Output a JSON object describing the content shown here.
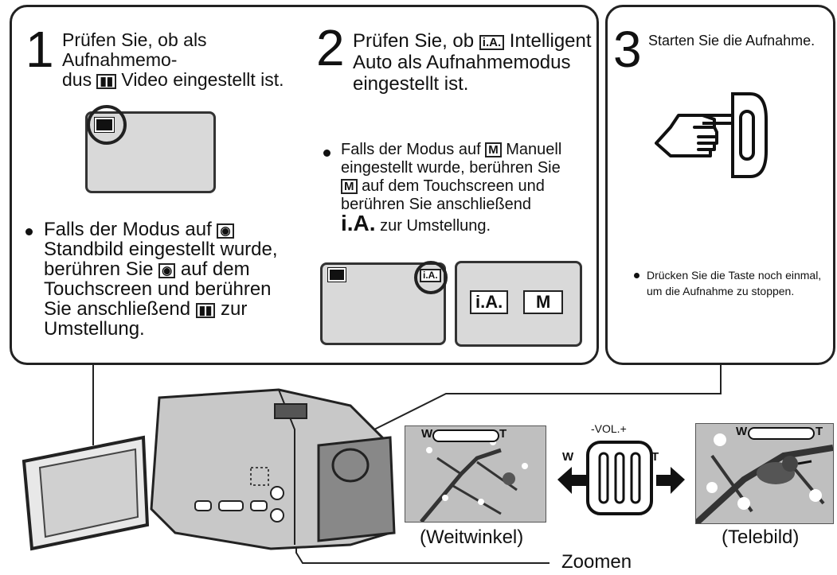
{
  "step1": {
    "number": "1",
    "text_line1": "Prüfen Sie, ob als Aufnahmemo-",
    "text_line2_pre": "dus",
    "text_line2_post": "Video eingestellt ist.",
    "note_l1_pre": "Falls der Modus auf",
    "note_l2": "Standbild eingestellt wurde,",
    "note_l3_pre": "berühren Sie",
    "note_l3_post": "auf dem",
    "note_l4": "Touchscreen und berühren",
    "note_l5_pre": "Sie anschließend",
    "note_l5_post": "zur",
    "note_l6": "Umstellung."
  },
  "step2": {
    "number": "2",
    "text_line1_pre": "Prüfen Sie, ob",
    "text_line1_post": "Intelligent",
    "text_line2": "Auto als Aufnahmemodus",
    "text_line3": "eingestellt ist.",
    "note_l1_pre": "Falls der Modus auf",
    "note_l1_post": "Manuell",
    "note_l2": "eingestellt wurde, berühren Sie",
    "note_l3_post": "auf dem Touchscreen und",
    "note_l4": "berühren Sie anschließend",
    "note_l5_big": "i.A.",
    "note_l5_post": "zur Umstellung.",
    "btn_ia": "i.A.",
    "btn_m": "M",
    "icon_ia": "i.A.",
    "icon_m": "M"
  },
  "step3": {
    "number": "3",
    "text": "Starten Sie die Aufnahme.",
    "note_l1": "Drücken Sie die Taste noch einmal,",
    "note_l2": "um die Aufnahme zu stoppen."
  },
  "zoom": {
    "vol_label": "-VOL.+",
    "w_label": "W",
    "t_label": "T",
    "wide_caption": "(Weitwinkel)",
    "tele_caption": "(Telebild)",
    "zoom_label": "Zoomen",
    "bar_w": "W",
    "bar_t": "T"
  },
  "colors": {
    "line": "#222222",
    "screen": "#d9d9d9",
    "photo_bg": "#bfbfbf"
  },
  "icons": [
    "video-mode-icon",
    "camera-mode-icon",
    "intelligent-auto-icon",
    "manual-mode-icon",
    "pointing-hand-icon",
    "arrow-left-icon",
    "arrow-right-icon"
  ]
}
